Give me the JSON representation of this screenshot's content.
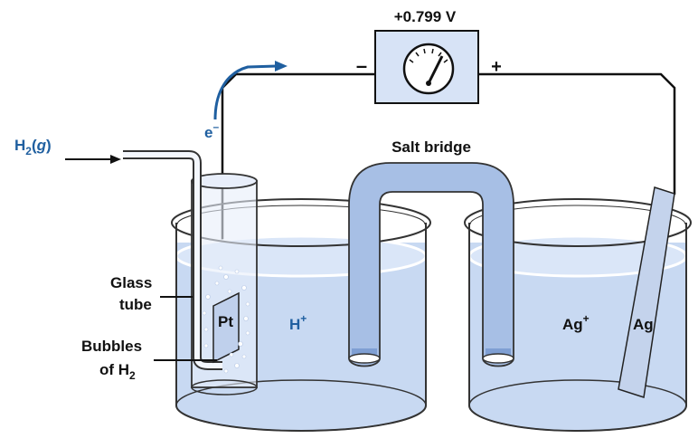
{
  "voltmeter": {
    "reading": "+0.799 V",
    "minus": "–",
    "plus": "+"
  },
  "electron": {
    "label": "e",
    "sup": "–"
  },
  "gas": {
    "main": "H",
    "sub": "2",
    "open": "(",
    "state": "g",
    "close": ")"
  },
  "salt_bridge": {
    "label": "Salt bridge"
  },
  "left_cell": {
    "electrode": "Pt",
    "ion_main": "H",
    "ion_sup": "+",
    "glass_tube_line1": "Glass",
    "glass_tube_line2": "tube",
    "bubbles_line1": "Bubbles",
    "bubbles_line2_main": "of H",
    "bubbles_line2_sub": "2"
  },
  "right_cell": {
    "ion_main": "Ag",
    "ion_sup": "+",
    "electrode": "Ag"
  },
  "colors": {
    "solution": "#c8d9f2",
    "glass": "#dde7f7",
    "accent_blue": "#1f5fa0",
    "outline": "#1a1a1a"
  }
}
